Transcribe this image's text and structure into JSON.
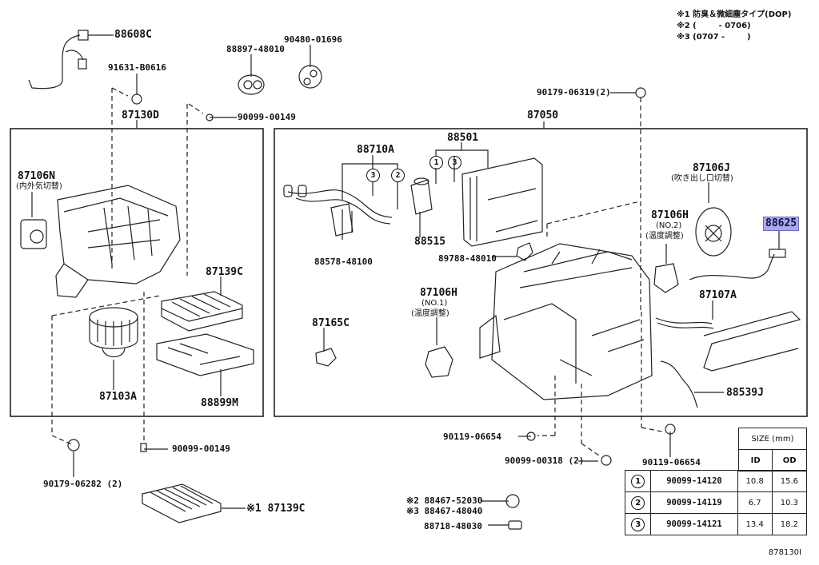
{
  "notes": [
    "※1 防臭＆微細塵タイプ(DOP)",
    "※2 (        - 0706)",
    "※3 (0707 -        )"
  ],
  "figure_id": "878130I",
  "highlight_color": "#a9a9e6",
  "labels": {
    "p88608C": "88608C",
    "p91631": "91631-B0616",
    "p88897": "88897-48010",
    "p90480": "90480-01696",
    "p90099_top": "90099-00149",
    "p87130D": "87130D",
    "p87106N": "87106N",
    "p87106N_sub": "(内外気切替)",
    "p87139C": "87139C",
    "p87103A": "87103A",
    "p88899M": "88899M",
    "p90179_06319": "90179-06319(2)",
    "p87050": "87050",
    "p88710A": "88710A",
    "p88501": "88501",
    "p88515": "88515",
    "p88578": "88578-48100",
    "p89788": "89788-48010",
    "p87106J": "87106J",
    "p87106J_sub": "(吹き出し口切替)",
    "p87106H2": "87106H",
    "p87106H2_sub1": "(NO.2)",
    "p87106H2_sub2": "(温度調整)",
    "p88625": "88625",
    "p87107A": "87107A",
    "p87165C": "87165C",
    "p87106H1": "87106H",
    "p87106H1_sub1": "(NO.1)",
    "p87106H1_sub2": "(温度調整)",
    "p88539J": "88539J",
    "p90179_06282": "90179-06282 (2)",
    "p90099_bottom": "90099-00149",
    "p87139C_alt": "※1 87139C",
    "p90119_left": "90119-06654",
    "p90099_00318": "90099-00318 (2)",
    "p90119_right": "90119-06654",
    "p88467_52030": "※2 88467-52030",
    "p88467_48040": "※3 88467-48040",
    "p88718": "88718-48030"
  },
  "callouts": {
    "c88710A_a": "3",
    "c88710A_b": "2",
    "c88501_a": "1",
    "c88501_b": "3"
  },
  "size_table": {
    "title": "SIZE (mm)",
    "col_id": "ID",
    "col_od": "OD",
    "rows": [
      {
        "mark": "1",
        "part": "90099-14120",
        "id": "10.8",
        "od": "15.6"
      },
      {
        "mark": "2",
        "part": "90099-14119",
        "id": "6.7",
        "od": "10.3"
      },
      {
        "mark": "3",
        "part": "90099-14121",
        "id": "13.4",
        "od": "18.2"
      }
    ]
  }
}
